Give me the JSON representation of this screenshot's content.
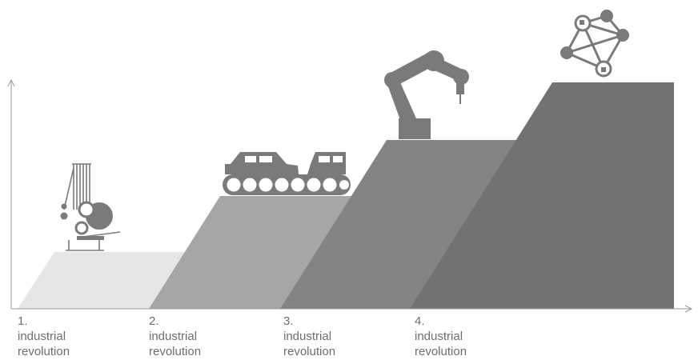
{
  "stages": [
    {
      "number": "1.",
      "line1": "industrial",
      "line2": "revolution",
      "icon": "steam-engine-icon",
      "color": "#e6e6e6"
    },
    {
      "number": "2.",
      "line1": "industrial",
      "line2": "revolution",
      "icon": "assembly-line-cars-icon",
      "color": "#a6a6a6"
    },
    {
      "number": "3.",
      "line1": "industrial",
      "line2": "revolution",
      "icon": "robot-arm-icon",
      "color": "#848484"
    },
    {
      "number": "4.",
      "line1": "industrial",
      "line2": "revolution",
      "icon": "network-nodes-icon",
      "color": "#727272"
    }
  ],
  "colors": {
    "axis": "#9a9a9a",
    "icon": "#7a7a7a",
    "label": "#6e6e6e"
  }
}
